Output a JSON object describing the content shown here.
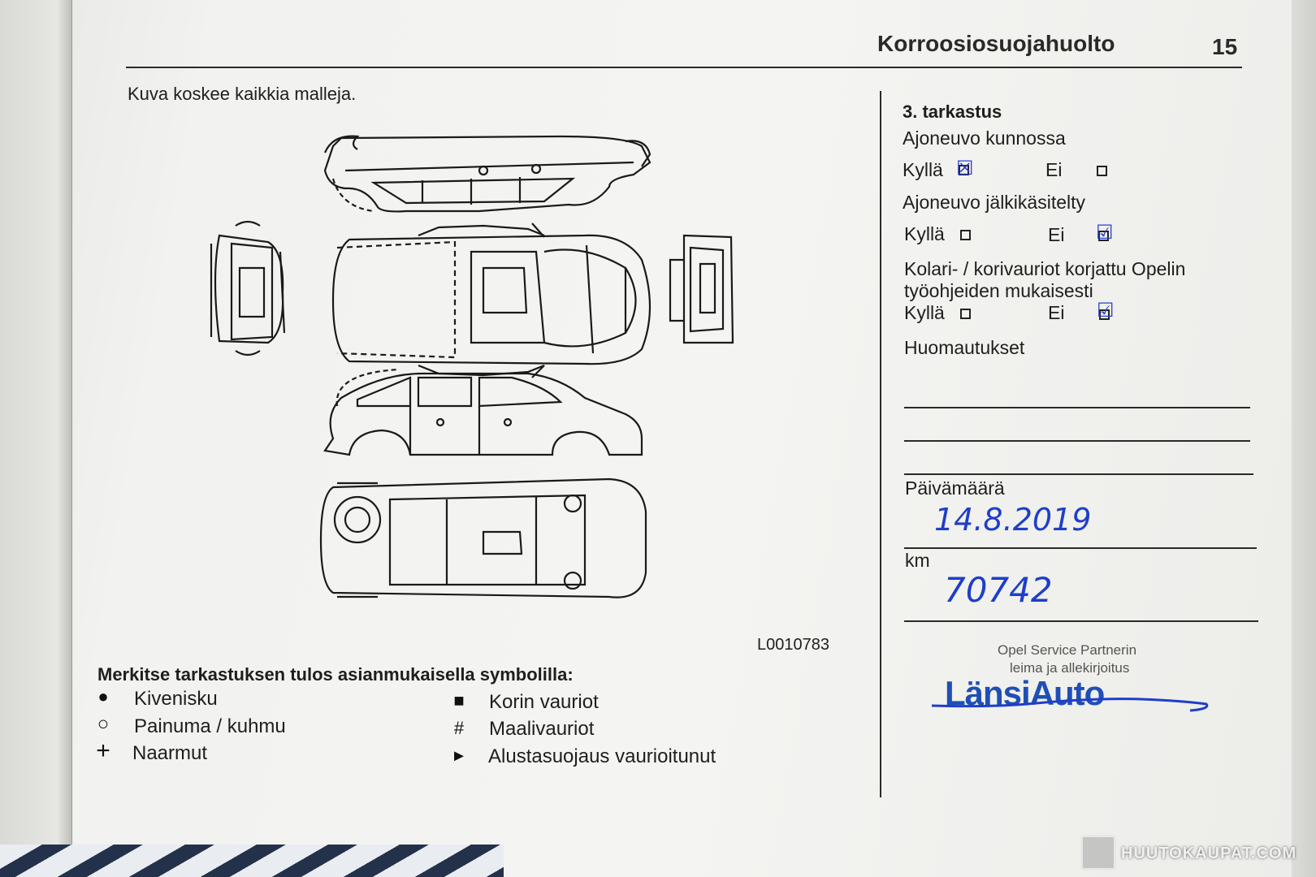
{
  "header": {
    "title": "Korroosiosuojahuolto",
    "page_number": "15"
  },
  "intro": "Kuva koskee kaikkia malleja.",
  "figure_code": "L0010783",
  "legend": {
    "title": "Merkitse tarkastuksen tulos asianmukaisella symbolilla:",
    "items_left": [
      {
        "symbol": "●",
        "label": "Kivenisku"
      },
      {
        "symbol": "○",
        "label": "Painuma / kuhmu"
      },
      {
        "symbol": "+",
        "label": "Naarmut"
      }
    ],
    "items_right": [
      {
        "symbol": "■",
        "label": "Korin vauriot"
      },
      {
        "symbol": "#",
        "label": "Maalivauriot"
      },
      {
        "symbol": "►",
        "label": "Alustasuojaus vaurioitunut"
      }
    ]
  },
  "inspection": {
    "heading": "3. tarkastus",
    "q1": "Ajoneuvo kunnossa",
    "q2": "Ajoneuvo jälkikäsitelty",
    "q3_line1": "Kolari- / korivauriot korjattu Opelin",
    "q3_line2": "työohjeiden mukaisesti",
    "yes": "Kyllä",
    "no": "Ei",
    "answers": {
      "q1": "yes",
      "q2": "no",
      "q3": "no"
    },
    "remarks_label": "Huomautukset",
    "date_label": "Päivämäärä",
    "date_value": "14.8.2019",
    "km_label": "km",
    "km_value": "70742",
    "stamp_caption_1": "Opel Service Partnerin",
    "stamp_caption_2": "leima ja allekirjoitus",
    "stamp_logo": "LänsiAuto"
  },
  "watermark": "HUUTOKAUPAT.COM",
  "colors": {
    "ink": "#1f3ec8",
    "text": "#1e1e1e",
    "paper": "#f4f4f2"
  }
}
